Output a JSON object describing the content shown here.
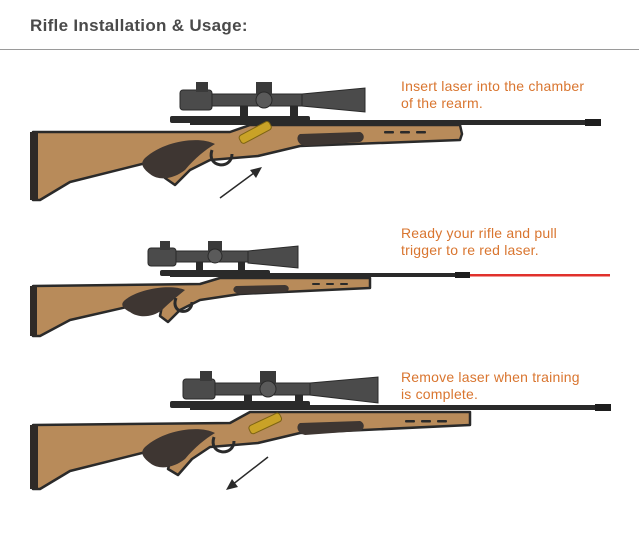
{
  "header": {
    "title": "Rifle Installation & Usage:"
  },
  "steps": [
    {
      "line1": "Insert laser into the chamber",
      "line2": "of the rearm."
    },
    {
      "line1": "Ready your rifle and pull",
      "line2": "trigger to re red laser."
    },
    {
      "line1": "Remove laser when training",
      "line2": "is complete."
    }
  ],
  "colors": {
    "caption": "#d9752f",
    "stock": "#b88b5a",
    "grip": "#3e3632",
    "metal": "#2a2a2a",
    "scope": "#4b4b4b",
    "cartridge": "#c9a227",
    "laser": "#e0302c"
  }
}
